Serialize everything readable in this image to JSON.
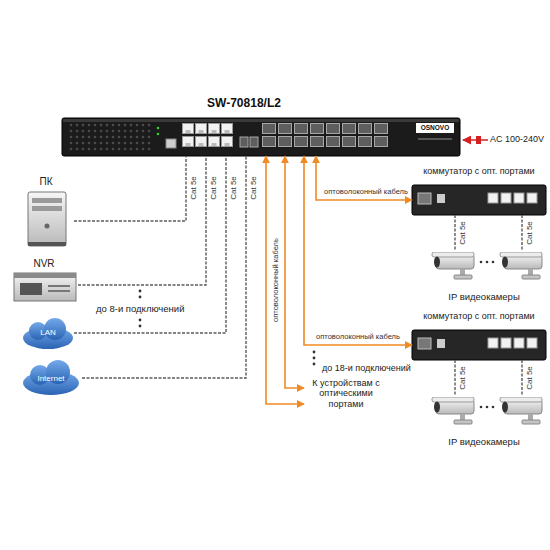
{
  "diagram": {
    "nodes": [
      {
        "text": [
          "SW-70818/L2"
        ]
      },
      {
        "text": [
          "ПК"
        ]
      },
      {
        "text": [
          "NVR"
        ]
      },
      {
        "text": [
          "LAN"
        ]
      },
      {
        "text": [
          "Internet"
        ]
      },
      {
        "text": [
          "коммутатор с опт. портами"
        ]
      },
      {
        "text": [
          "IP видеокамеры"
        ]
      },
      {
        "text": [
          "коммутатор с опт. портами"
        ]
      },
      {
        "text": [
          "IP видеокамеры"
        ]
      },
      {
        "text": [
          "К устройствам с оптическими портами"
        ]
      }
    ],
    "edges": [
      {
        "from": 1,
        "to": 0,
        "arrow": "none",
        "label": "Cat 5e"
      },
      {
        "from": 2,
        "to": 0,
        "arrow": "none",
        "label": "Cat 5e"
      },
      {
        "from": 3,
        "to": 0,
        "arrow": "none",
        "label": "Cat 5e"
      },
      {
        "from": 4,
        "to": 0,
        "arrow": "none",
        "label": "Cat 5e"
      },
      {
        "from": 0,
        "to": 5,
        "arrow": "both",
        "label": "оптоволоконный кабель"
      },
      {
        "from": 0,
        "to": 7,
        "arrow": "both",
        "label": "оптоволоконный кабель"
      },
      {
        "from": 0,
        "to": 9,
        "arrow": "both",
        "label": "оптоволоконный кабель"
      },
      {
        "from": 0,
        "to": 9,
        "arrow": "both"
      },
      {
        "from": 5,
        "to": 6,
        "arrow": "none",
        "label": "Cat 5e"
      },
      {
        "from": 5,
        "to": 6,
        "arrow": "none",
        "label": "Cat 5e"
      },
      {
        "from": 7,
        "to": 8,
        "arrow": "none",
        "label": "Cat 5e"
      },
      {
        "from": 7,
        "to": 8,
        "arrow": "none",
        "label": "Cat 5e"
      }
    ],
    "labels": [
      "OSNOVO",
      "AC 100-240V",
      "до 8-и подключений",
      "до 18-и подключений"
    ]
  }
}
